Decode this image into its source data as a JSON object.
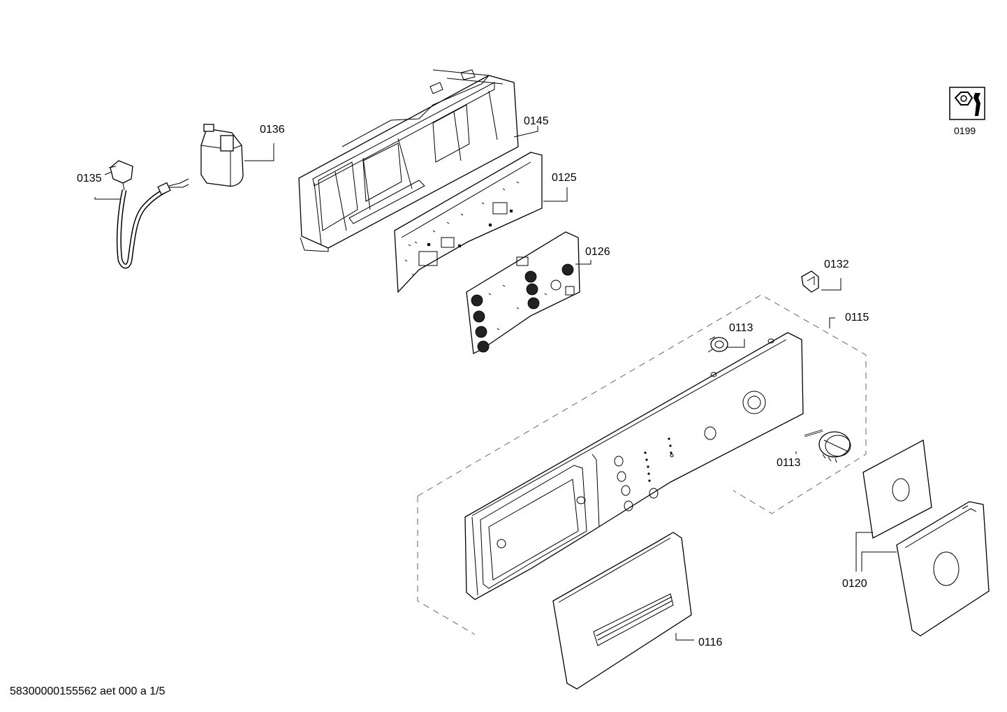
{
  "parts": {
    "p0135": "0135",
    "p0136": "0136",
    "p0145": "0145",
    "p0125": "0125",
    "p0126": "0126",
    "p0132": "0132",
    "p0115": "0115",
    "p0113a": "0113",
    "p0113b": "0113",
    "p0120": "0120",
    "p0116": "0116",
    "p0199": "0199"
  },
  "footer": {
    "code": "58300000155562 aet 000 a 1/5"
  }
}
